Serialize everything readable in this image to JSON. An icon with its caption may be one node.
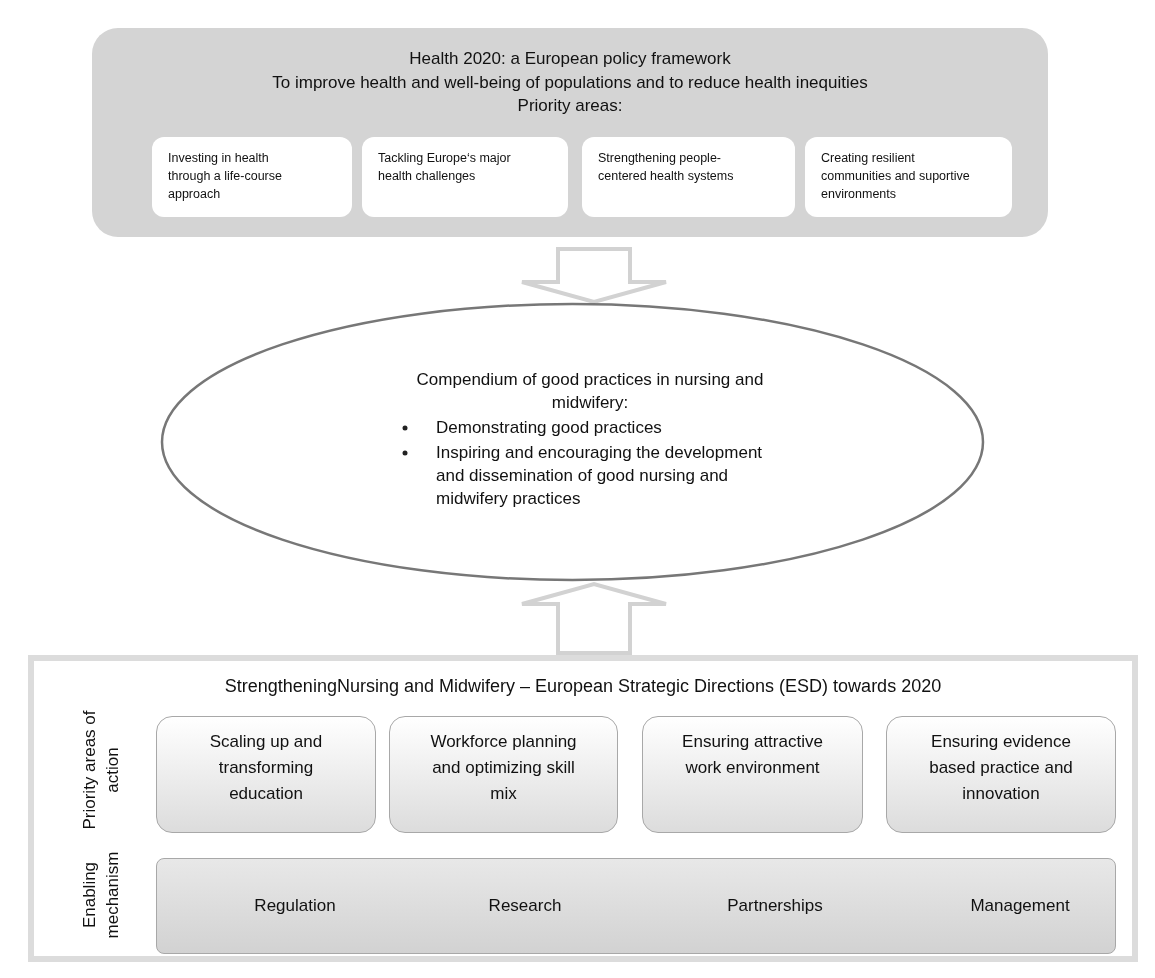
{
  "diagram": {
    "nodes": [
      {
        "text": [
          "Health 2020: a European policy framework",
          "To improve health and well-being of populations and to reduce health inequities",
          "Priority areas:"
        ]
      },
      {
        "text": [
          "Investing in health through a life-course approach"
        ],
        "in": 0
      },
      {
        "text": [
          "Tackling Europe‘s major health challenges"
        ],
        "in": 0
      },
      {
        "text": [
          "Strengthening people-centered health systems"
        ],
        "in": 0
      },
      {
        "text": [
          "Creating resilient communities and suportive environments"
        ],
        "in": 0
      },
      {
        "text": [
          "Compendium of good practices in nursing and midwifery:",
          "Demonstrating good practices",
          "Inspiring and encouraging the development and dissemination of good nursing and midwifery practices"
        ]
      },
      {
        "text": [
          "StrengtheningNursing and Midwifery – European Strategic Directions (ESD) towards 2020"
        ]
      },
      {
        "text": [
          "Scaling up and transforming education"
        ],
        "in": 6
      },
      {
        "text": [
          "Workforce planning and optimizing skill mix"
        ],
        "in": 6
      },
      {
        "text": [
          "Ensuring attractive work environment"
        ],
        "in": 6
      },
      {
        "text": [
          "Ensuring evidence based practice and innovation"
        ],
        "in": 6
      },
      {
        "text": [
          "Regulation",
          "Research",
          "Partnerships",
          "Management"
        ],
        "in": 6
      }
    ],
    "edges": [
      {
        "from": 0,
        "to": 5,
        "arrow": "to"
      },
      {
        "from": 6,
        "to": 5,
        "arrow": "to"
      }
    ],
    "labels": [
      "Priority areas of action",
      "Enabling mechanism"
    ]
  }
}
